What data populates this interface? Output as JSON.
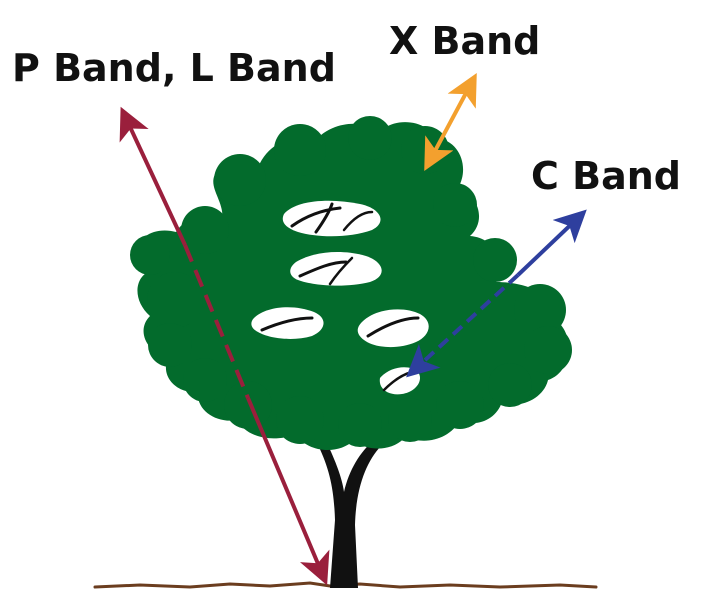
{
  "labels": {
    "p_l_band": "P Band, L Band",
    "x_band": "X Band",
    "c_band": "C Band"
  },
  "colors": {
    "foliage": "#036b2c",
    "trunk": "#111111",
    "ground": "#6b3d1f",
    "p_l_band_arrow": "#9a1f3c",
    "x_band_arrow": "#f3a02e",
    "c_band_arrow": "#2e3f9e"
  }
}
